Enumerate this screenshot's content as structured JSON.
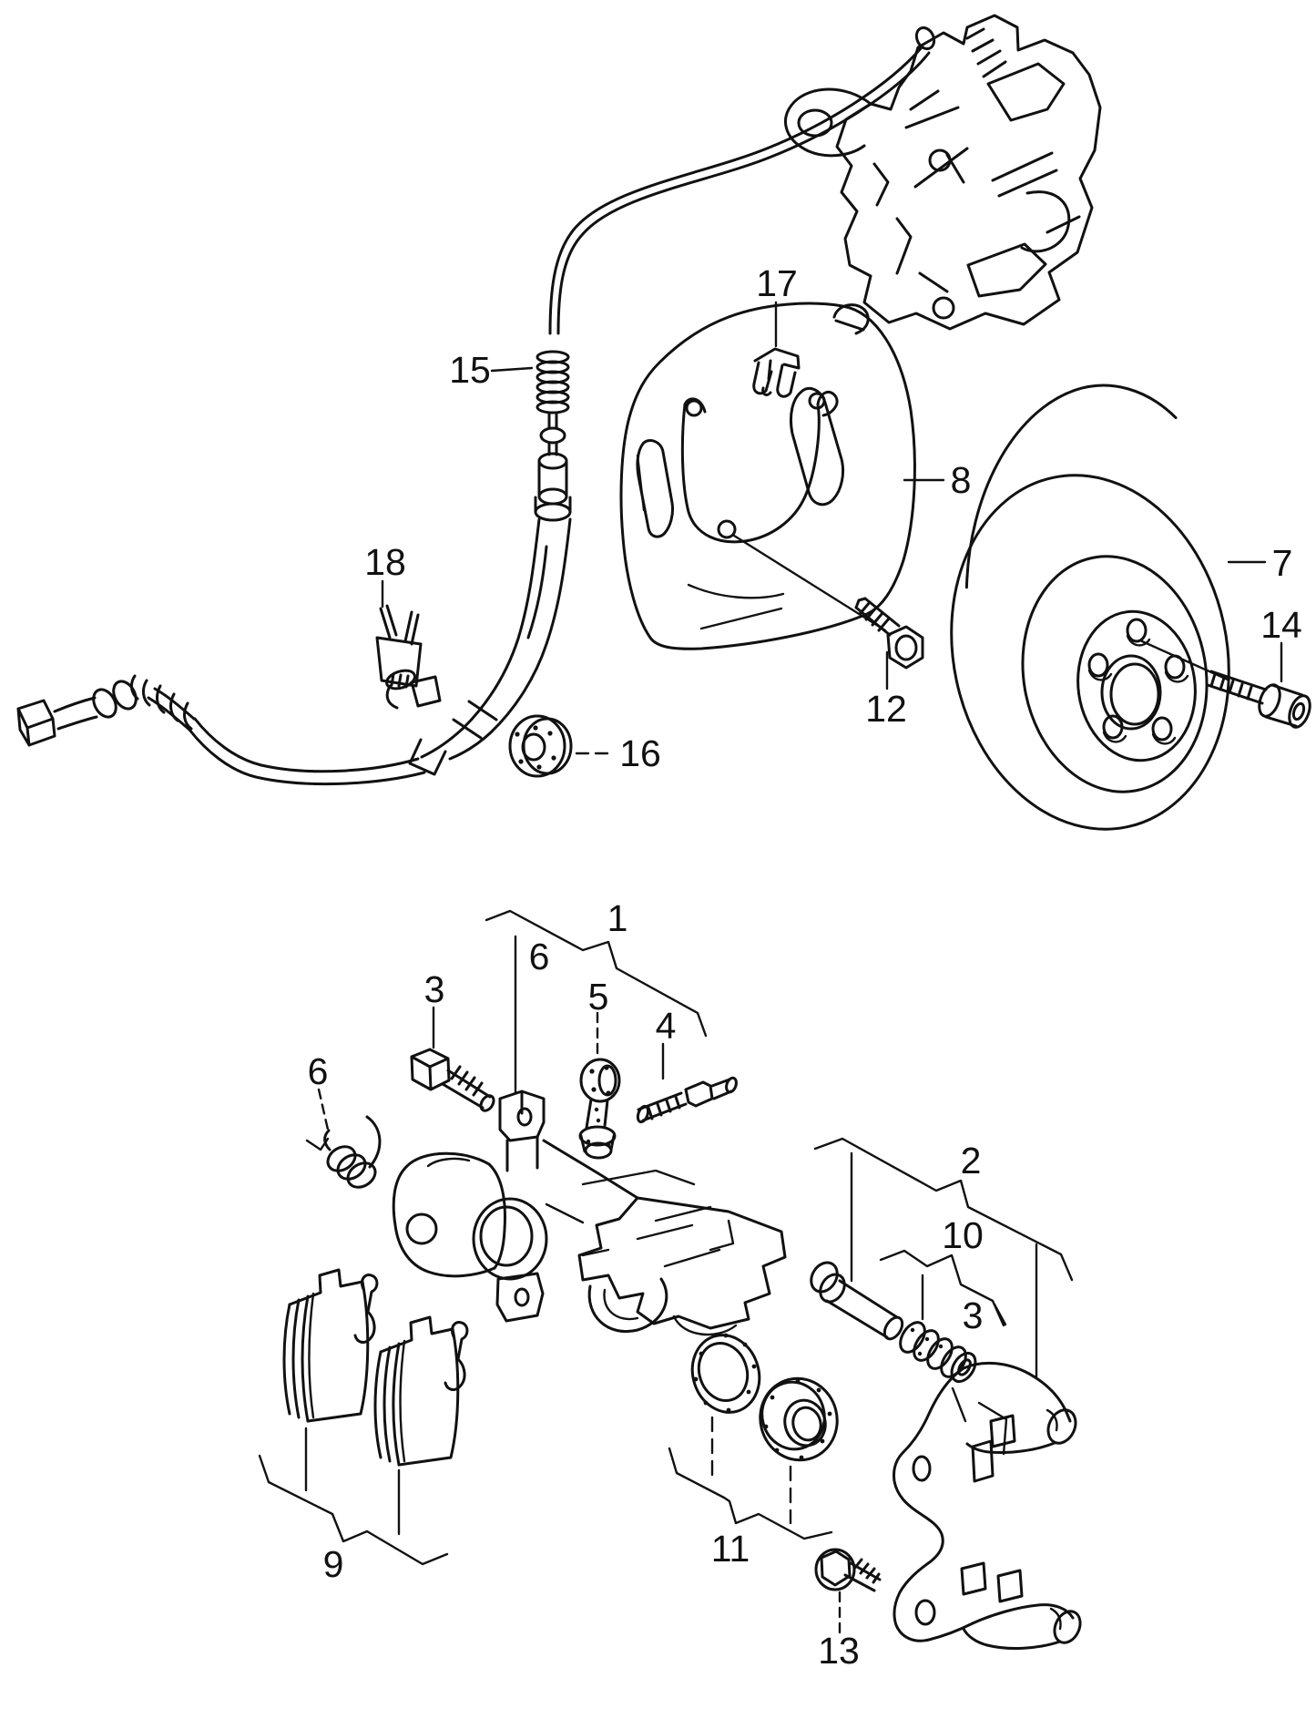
{
  "figure": {
    "type": "exploded-parts-diagram",
    "background_color": "#ffffff",
    "line_color": "#111111"
  },
  "callouts": {
    "c1": {
      "label": "1"
    },
    "c2": {
      "label": "2"
    },
    "c3a": {
      "label": "3"
    },
    "c3b": {
      "label": "3"
    },
    "c4": {
      "label": "4"
    },
    "c5": {
      "label": "5"
    },
    "c6a": {
      "label": "6"
    },
    "c6b": {
      "label": "6"
    },
    "c7": {
      "label": "7"
    },
    "c8": {
      "label": "8"
    },
    "c9": {
      "label": "9"
    },
    "c10": {
      "label": "10"
    },
    "c11": {
      "label": "11"
    },
    "c12": {
      "label": "12"
    },
    "c13": {
      "label": "13"
    },
    "c14": {
      "label": "14"
    },
    "c15": {
      "label": "15"
    },
    "c16": {
      "label": "16"
    },
    "c17": {
      "label": "17"
    },
    "c18": {
      "label": "18"
    }
  }
}
